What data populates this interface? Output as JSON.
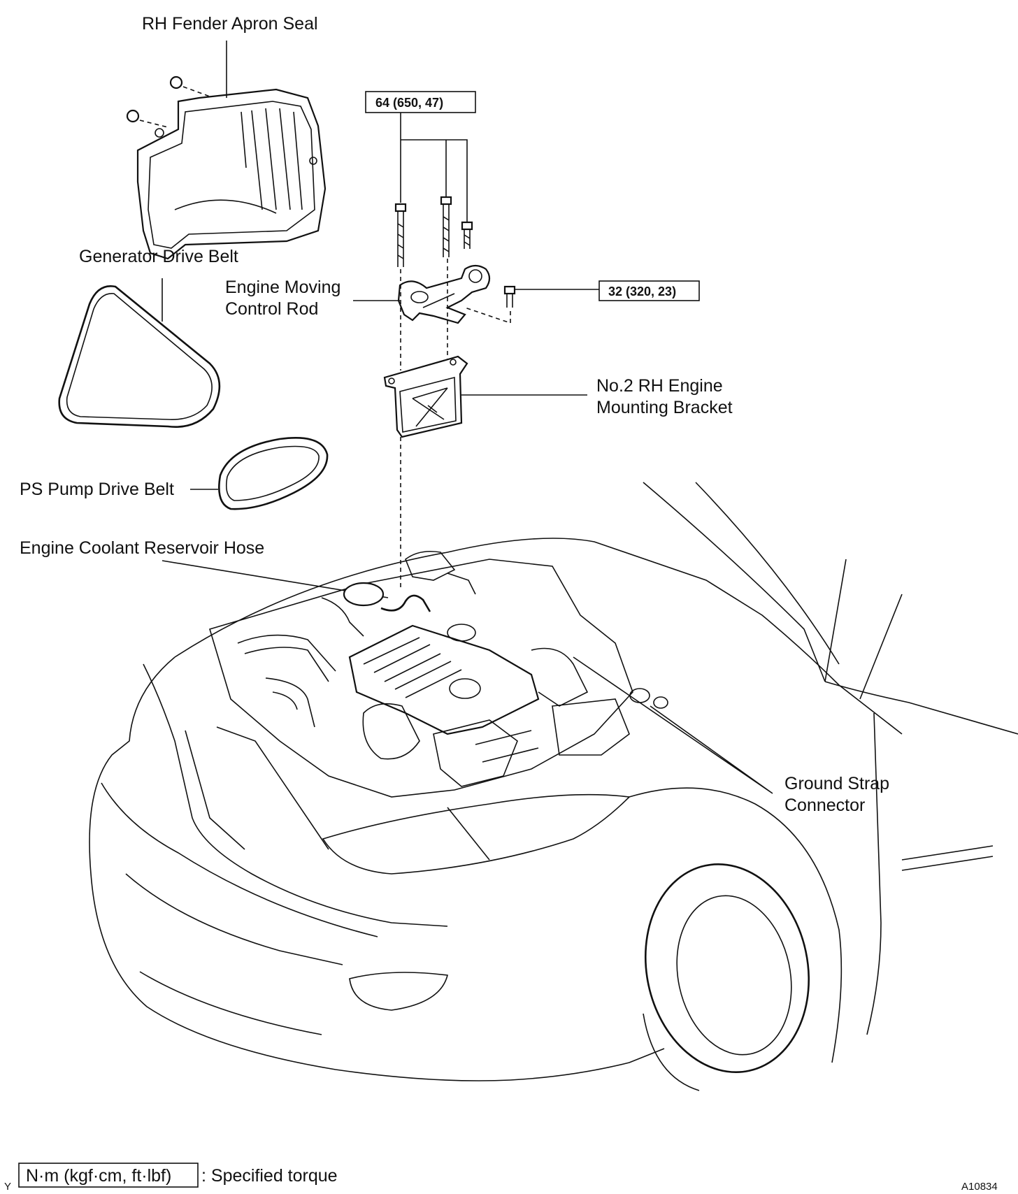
{
  "labels": {
    "rh_fender_apron_seal": "RH Fender Apron Seal",
    "generator_drive_belt": "Generator Drive Belt",
    "engine_moving_control_rod_1": "Engine Moving",
    "engine_moving_control_rod_2": "Control Rod",
    "no2_rh_engine_mounting_bracket_1": "No.2 RH Engine",
    "no2_rh_engine_mounting_bracket_2": "Mounting Bracket",
    "ps_pump_drive_belt": "PS Pump Drive Belt",
    "engine_coolant_reservoir_hose": "Engine Coolant Reservoir Hose",
    "ground_strap_connector_1": "Ground Strap",
    "ground_strap_connector_2": "Connector"
  },
  "torque": {
    "bolt_upper": "64 (650, 47)",
    "bolt_right": "32 (320, 23)"
  },
  "legend": {
    "marker": "Y",
    "unit_box": "N·m (kgf·cm, ft·lbf)",
    "description": ": Specified torque"
  },
  "figure_id": "A10834"
}
